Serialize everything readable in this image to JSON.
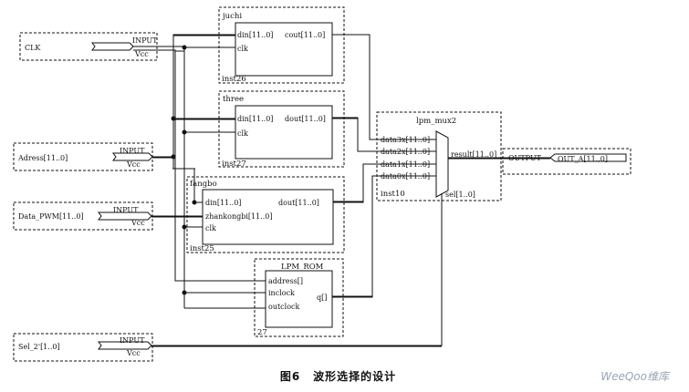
{
  "diagram": {
    "inputs": [
      {
        "name": "CLK",
        "type": "INPUT",
        "vcc": "Vcc"
      },
      {
        "name": "Adress[11..0]",
        "type": "INPUT",
        "vcc": "Vcc"
      },
      {
        "name": "Data_PWM[11..0]",
        "type": "INPUT",
        "vcc": "Vcc"
      },
      {
        "name": "Sel_2'[1..0]",
        "type": "INPUT",
        "vcc": "Vcc"
      }
    ],
    "blocks": {
      "juchi": {
        "title": "juchi",
        "inst": "inst26",
        "pins_in": [
          "din[11..0]",
          "clk"
        ],
        "pin_out": "cout[11..0]"
      },
      "three": {
        "title": "three",
        "inst": "inst27",
        "pins_in": [
          "din[11..0]",
          "clk"
        ],
        "pin_out": "dout[11..0]"
      },
      "fangbo": {
        "title": "fangbo",
        "inst": "inst25",
        "pins_in": [
          "din[11..0]",
          "zhankongbi[11..0]",
          "clk"
        ],
        "pin_out": "dout[11..0]"
      },
      "rom": {
        "title": "LPM_ROM",
        "inst": "27",
        "pins_in": [
          "address[]",
          "inclock",
          "outclock"
        ],
        "pin_out": "q[]"
      },
      "mux": {
        "title": "lpm_mux2",
        "inst": "inst10",
        "pins_in": [
          "data3x[11..0]",
          "data2x[11..0]",
          "data1x[11..0]",
          "data0x[11..0]"
        ],
        "pin_out": "result[11..0]",
        "pin_sel": "sel[1..0]"
      }
    },
    "output": {
      "type": "OUTPUT",
      "name": "OUT_A[11..0]"
    }
  },
  "caption": {
    "figure": "图6",
    "text": "波形选择的设计"
  },
  "watermark": "WeeQoo维库"
}
